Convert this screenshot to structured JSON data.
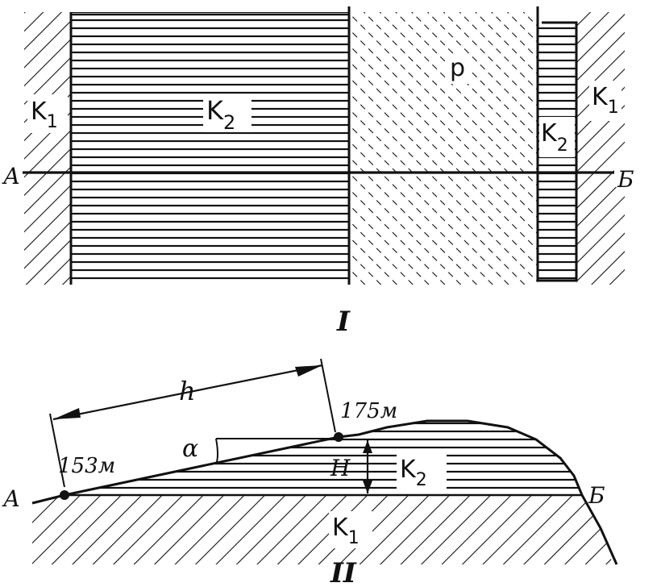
{
  "figure": {
    "plan": {
      "caption": "I",
      "label_A": "А",
      "label_B": "Б",
      "zone_k1_left": {
        "base": "K",
        "sub": "1"
      },
      "zone_k2_wide": {
        "base": "K",
        "sub": "2"
      },
      "zone_p": "p",
      "zone_k2_narrow": {
        "base": "K",
        "sub": "2"
      },
      "zone_k1_right": {
        "base": "K",
        "sub": "1"
      }
    },
    "section": {
      "caption": "II",
      "label_A": "А",
      "label_B": "Б",
      "label_h": "h",
      "label_alpha": "α",
      "label_H": "H",
      "elevation_low": "153м",
      "elevation_high": "175м",
      "zone_k2": {
        "base": "K",
        "sub": "2"
      },
      "zone_k1": {
        "base": "K",
        "sub": "1"
      }
    },
    "ink_color": "#111111"
  }
}
